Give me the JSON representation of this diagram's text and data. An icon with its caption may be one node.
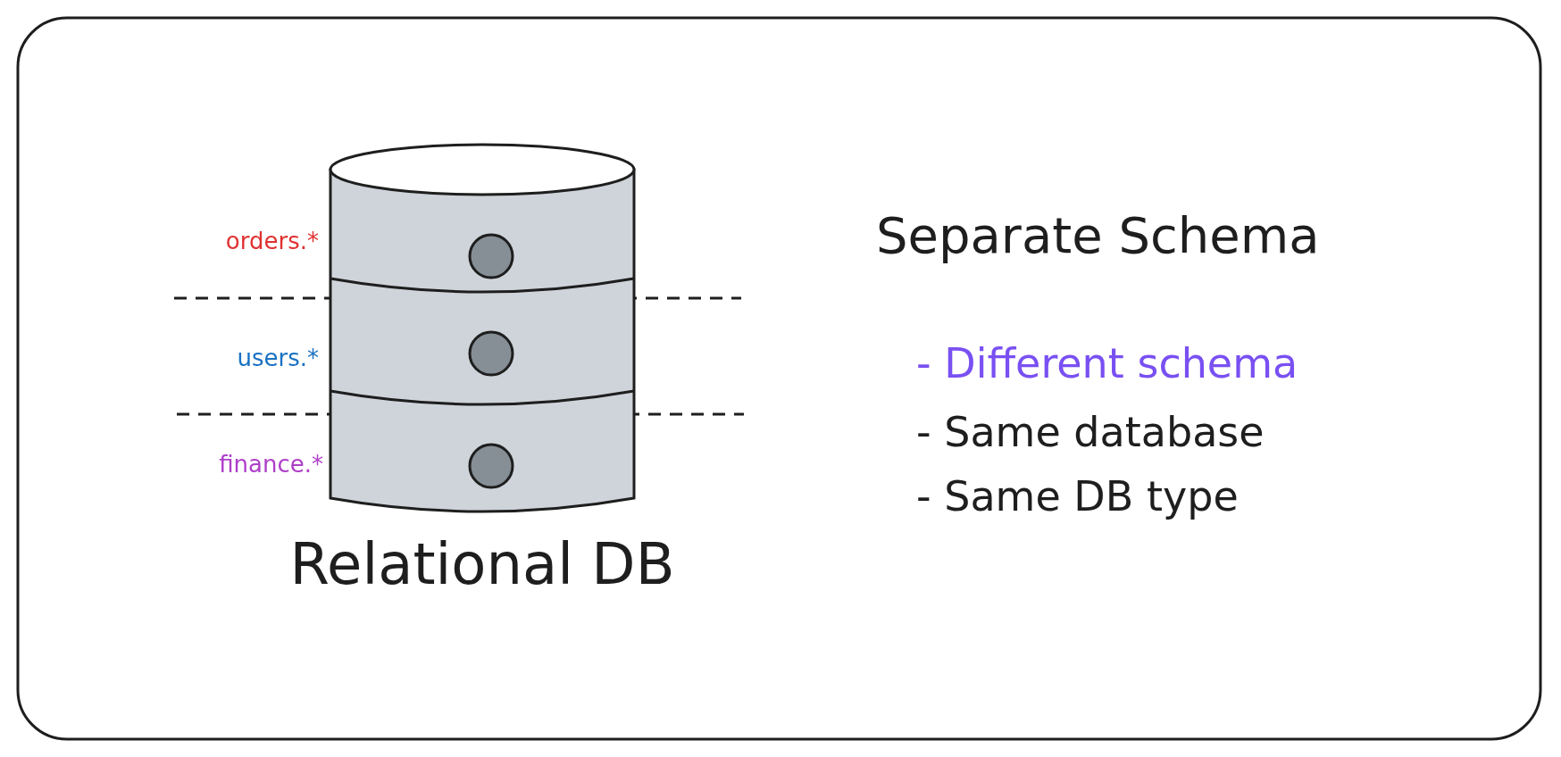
{
  "diagram": {
    "title": "Separate Schema",
    "nodes": [
      {
        "text": [
          "Relational DB"
        ]
      }
    ],
    "labels": [
      "orders.*",
      "users.*",
      "finance.*",
      "- Different schema",
      "- Same database",
      "- Same DB type"
    ]
  }
}
